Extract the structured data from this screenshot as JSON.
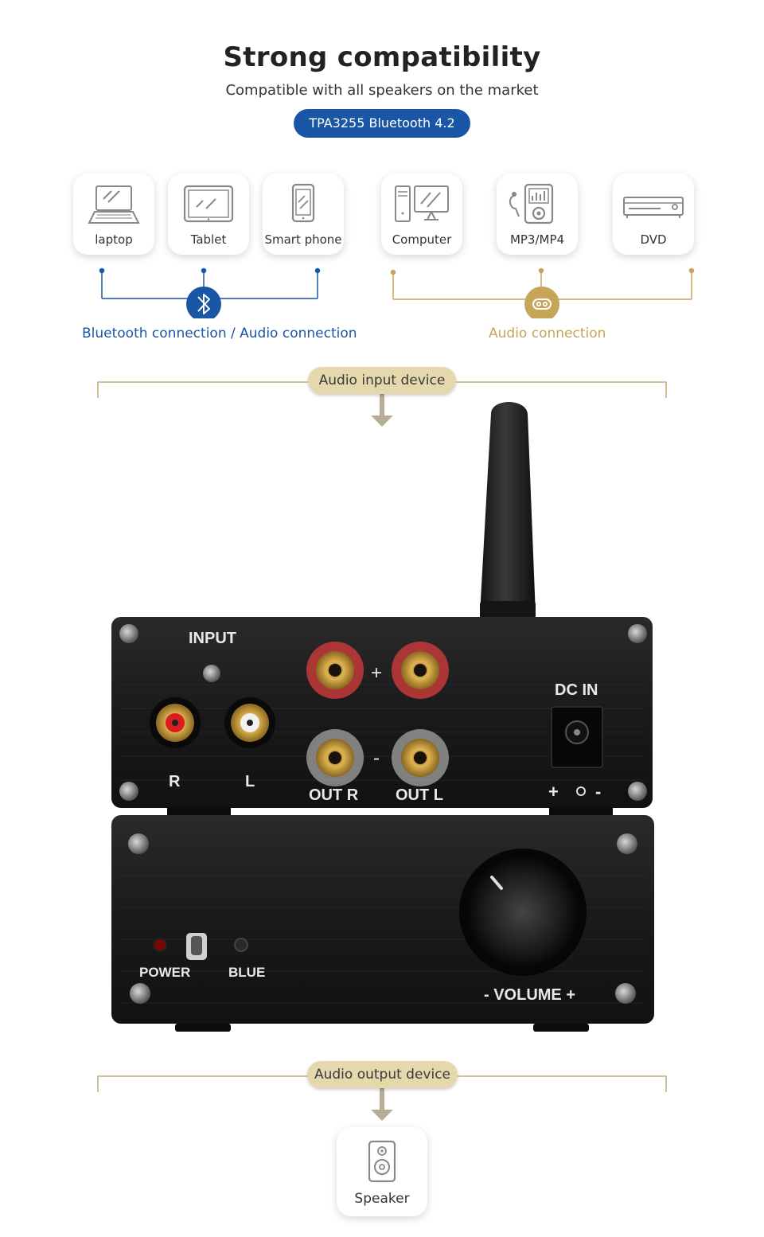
{
  "header": {
    "title": "Strong compatibility",
    "subtitle": "Compatible with all speakers on the market",
    "pill": "TPA3255 Bluetooth 4.2"
  },
  "devices": [
    {
      "label": "laptop",
      "icon": "laptop-icon"
    },
    {
      "label": "Tablet",
      "icon": "tablet-icon"
    },
    {
      "label": "Smart phone",
      "icon": "smartphone-icon"
    },
    {
      "label": "Computer",
      "icon": "computer-icon"
    },
    {
      "label": "MP3/MP4",
      "icon": "mp3-player-icon"
    },
    {
      "label": "DVD",
      "icon": "dvd-player-icon"
    }
  ],
  "connections": {
    "left": "Bluetooth connection / Audio connection",
    "right": "Audio connection"
  },
  "input_badge": "Audio input device",
  "output_badge": "Audio output device",
  "amplifier": {
    "input_label": "INPUT",
    "r_label": "R",
    "l_label": "L",
    "plus": "+",
    "minus": "-",
    "out_r": "OUT R",
    "out_l": "OUT L",
    "dc_in": "DC IN",
    "dc_polarity": "+ -∙- -",
    "power": "POWER",
    "blue": "BLUE",
    "volume": "- VOLUME +"
  },
  "speaker": {
    "label": "Speaker",
    "icon": "speaker-icon"
  },
  "colors": {
    "blue": "#1a56a6",
    "gold": "#c6a458",
    "badge": "#e6d8ad"
  }
}
